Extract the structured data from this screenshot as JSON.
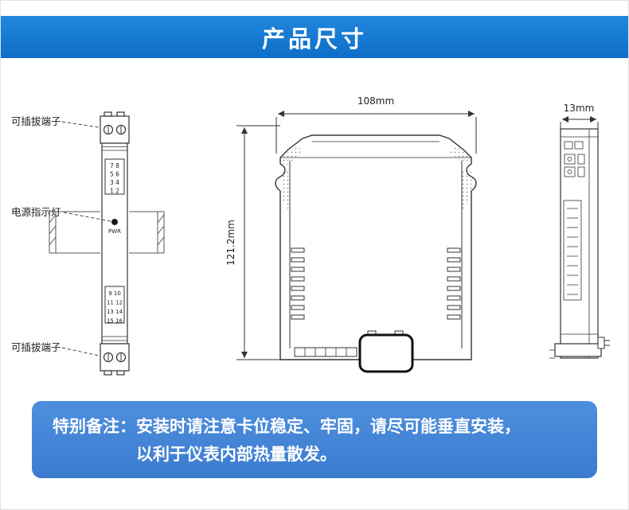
{
  "header": {
    "title": "产品尺寸"
  },
  "colors": {
    "header_blue": "#1277d2",
    "note_blue": "#4285d6",
    "drawing_line": "#3a3a3a"
  },
  "front_view": {
    "label_terminal_top": "可插拔端子",
    "label_power_led": "电源指示灯",
    "label_terminal_bottom": "可插拔端子",
    "pwr": "PWR",
    "top_terminal_rows": [
      "7 8",
      "5 6",
      "3 4",
      "1 2"
    ],
    "bottom_terminal_rows": [
      "9 10",
      "11 12",
      "13 14",
      "15 16"
    ]
  },
  "side_view": {
    "width_dim": "108mm",
    "height_dim": "121.2mm"
  },
  "right_view": {
    "depth_dim": "13mm"
  },
  "note": {
    "prefix": "特别备注：",
    "line1": "安装时请注意卡位稳定、牢固，请尽可能垂直安装，",
    "line2": "以利于仪表内部热量散发。"
  }
}
